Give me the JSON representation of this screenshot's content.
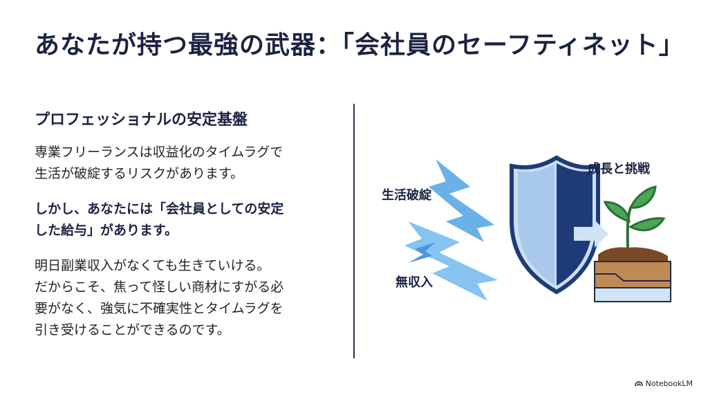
{
  "title": "あなたが持つ最強の武器：「会社員のセーフティネット」",
  "left": {
    "heading": "プロフェッショナルの安定基盤",
    "para1_line1": "専業フリーランスは収益化のタイムラグで",
    "para1_line2": "生活が破綻するリスクがあります。",
    "para2_line1": "しかし、あなたには「会社員としての安定",
    "para2_line2": "した給与」があります。",
    "para3_line1": "明日副業収入がなくても生きていける。",
    "para3_line2": "だからこそ、焦って怪しい商材にすがる必",
    "para3_line3": "要がなく、強気に不確実性とタイムラグを",
    "para3_line4": "引き受けることができるのです。"
  },
  "illustration": {
    "label_threat1": "生活破綻",
    "label_threat2": "無収入",
    "label_growth": "成長と挑戦",
    "icons": [
      "lightning-arrow-icon",
      "shield-icon",
      "sprout-icon"
    ],
    "colors": {
      "shield_dark": "#1f3a78",
      "shield_light": "#a9c9ec",
      "lightning": "#5aa8e6",
      "leaf": "#3f9a4a",
      "soil": "#b07a48",
      "water": "#cfe5f7"
    }
  },
  "footer": {
    "brand": "NotebookLM"
  }
}
